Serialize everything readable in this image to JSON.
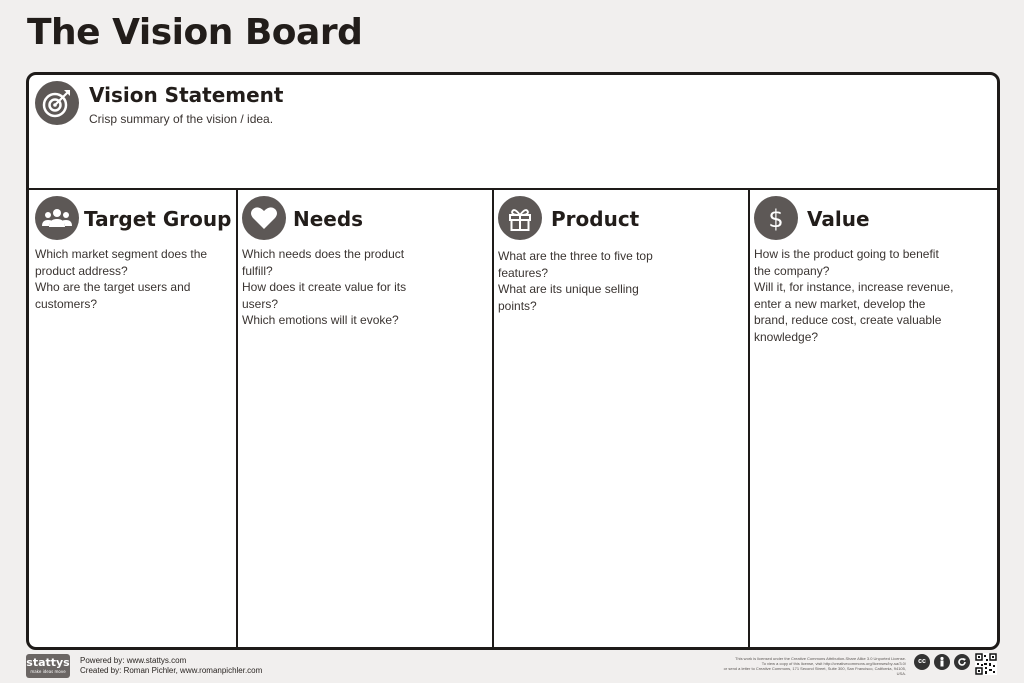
{
  "title": "The Vision Board",
  "vision": {
    "title": "Vision Statement",
    "subtitle": "Crisp summary of the vision / idea.",
    "icon": "target-icon"
  },
  "sections": [
    {
      "title": "Target Group",
      "icon": "people-icon",
      "prompts": [
        "Which market segment does the",
        "product address?",
        "Who are the target users and",
        "customers?"
      ]
    },
    {
      "title": "Needs",
      "icon": "heart-icon",
      "prompts": [
        "Which needs does the product",
        "fulfill?",
        "How does it create value for its",
        "users?",
        "Which emotions will it evoke?"
      ]
    },
    {
      "title": "Product",
      "icon": "gift-icon",
      "prompts": [
        "What are the three to five top",
        "features?",
        "What are its unique selling",
        "points?"
      ]
    },
    {
      "title": "Value",
      "icon": "dollar-icon",
      "prompts": [
        "How is the product going to benefit",
        "the company?",
        "Will it, for instance, increase revenue,",
        "enter a new market, develop the",
        "brand, reduce cost, create valuable",
        "knowledge?"
      ]
    }
  ],
  "footer": {
    "logo": "stattys",
    "logo_tagline": "make ideas move",
    "powered_by": "Powered by: www.stattys.com",
    "created_by": "Created by: Roman Pichler, www.romanpichler.com",
    "license_lines": [
      "This work is licensed under the Creative Commons Attribution-Share Alike 3.0 Unported License.",
      "To view a copy of this license, visit http://creativecommons.org/licenses/by-sa/3.0/",
      "or send a letter to Creative Commons, 171 Second Street, Suite 300, San Francisco, California, 94105, USA."
    ]
  }
}
